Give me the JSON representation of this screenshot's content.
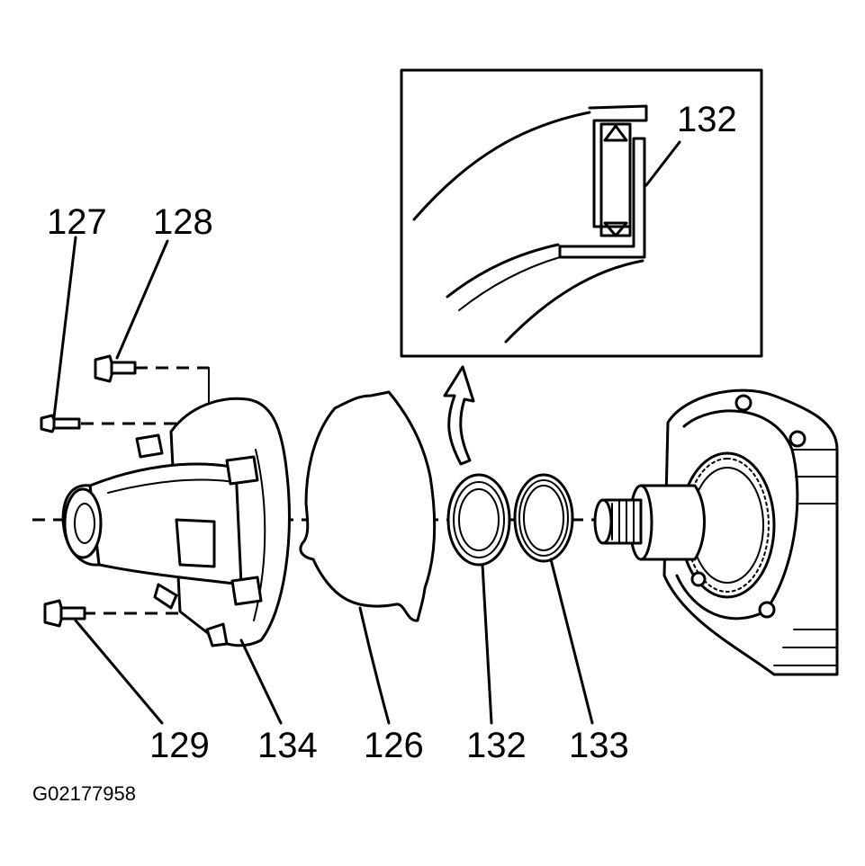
{
  "callouts": {
    "c127": "127",
    "c128": "128",
    "c129": "129",
    "c134": "134",
    "c126": "126",
    "c132": "132",
    "c133": "133",
    "c132_detail": "132"
  },
  "figure_id": "G02177958"
}
